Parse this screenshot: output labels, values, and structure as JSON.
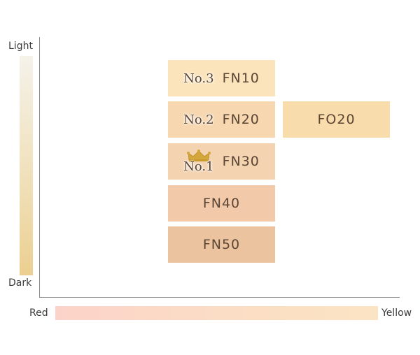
{
  "axes": {
    "y_top": "Light",
    "y_bottom": "Dark",
    "x_left": "Red",
    "x_right": "Yellow"
  },
  "swatches": {
    "fn10": {
      "code": "FN10",
      "rank": "No.3",
      "color": "#fbe4bb"
    },
    "fn20": {
      "code": "FN20",
      "rank": "No.2",
      "color": "#f6d7b0"
    },
    "fo20": {
      "code": "FO20",
      "color": "#f9dcab"
    },
    "fn30": {
      "code": "FN30",
      "rank": "No.1",
      "badge": "crown-icon",
      "color": "#f4d3b0"
    },
    "fn40": {
      "code": "FN40",
      "color": "#f2c9a9"
    },
    "fn50": {
      "code": "FN50",
      "color": "#ebc39f"
    }
  },
  "colors": {
    "gradient_light": "#f5f2ea",
    "gradient_dark": "#ebcf90",
    "gradient_red": "#fcd3c9",
    "gradient_yellow": "#fbe4c3",
    "crown": "#d4a73a"
  }
}
